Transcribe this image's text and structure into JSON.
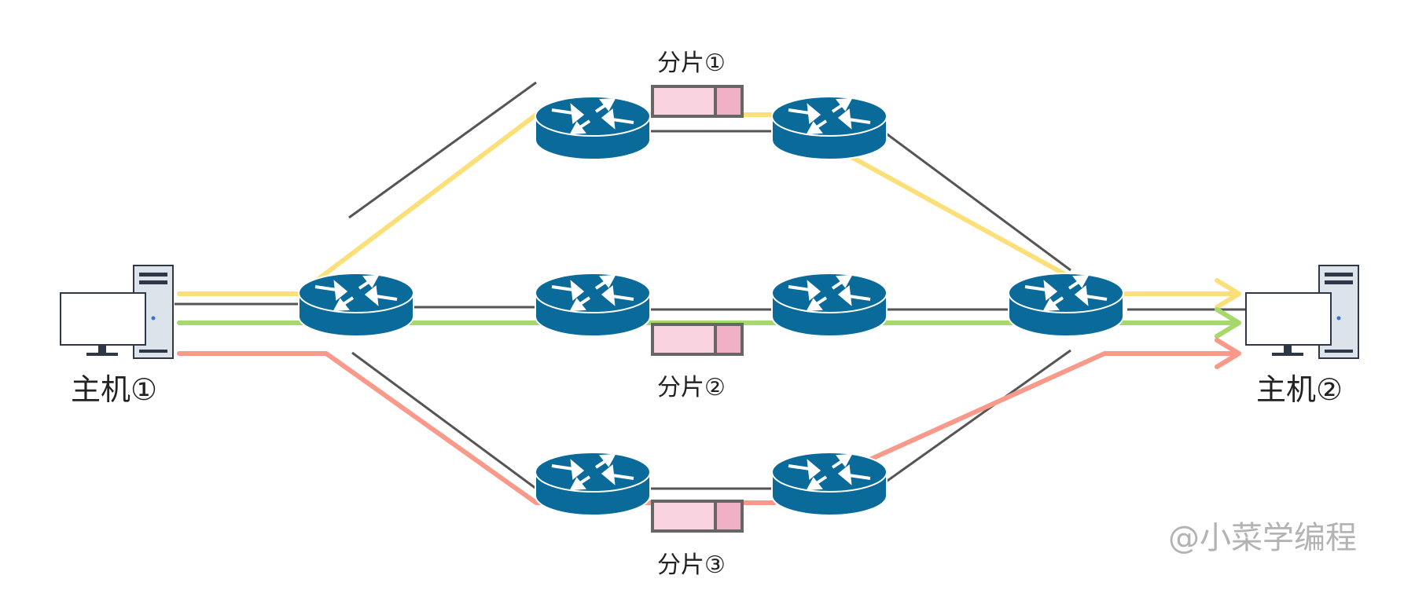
{
  "hosts": [
    {
      "id": "host1",
      "label": "主机①"
    },
    {
      "id": "host2",
      "label": "主机②"
    }
  ],
  "fragments": [
    {
      "id": "frag1",
      "label": "分片①"
    },
    {
      "id": "frag2",
      "label": "分片②"
    },
    {
      "id": "frag3",
      "label": "分片③"
    }
  ],
  "paths": [
    {
      "fragment": "frag1",
      "color": "#fbe07a"
    },
    {
      "fragment": "frag2",
      "color": "#a6d96a"
    },
    {
      "fragment": "frag3",
      "color": "#f8998a"
    }
  ],
  "colors": {
    "router": "#0a6a9a",
    "link": "#555555",
    "fragment_light": "#f9d3df",
    "fragment_dark": "#f0b0c5"
  },
  "watermark": "@小菜学编程"
}
